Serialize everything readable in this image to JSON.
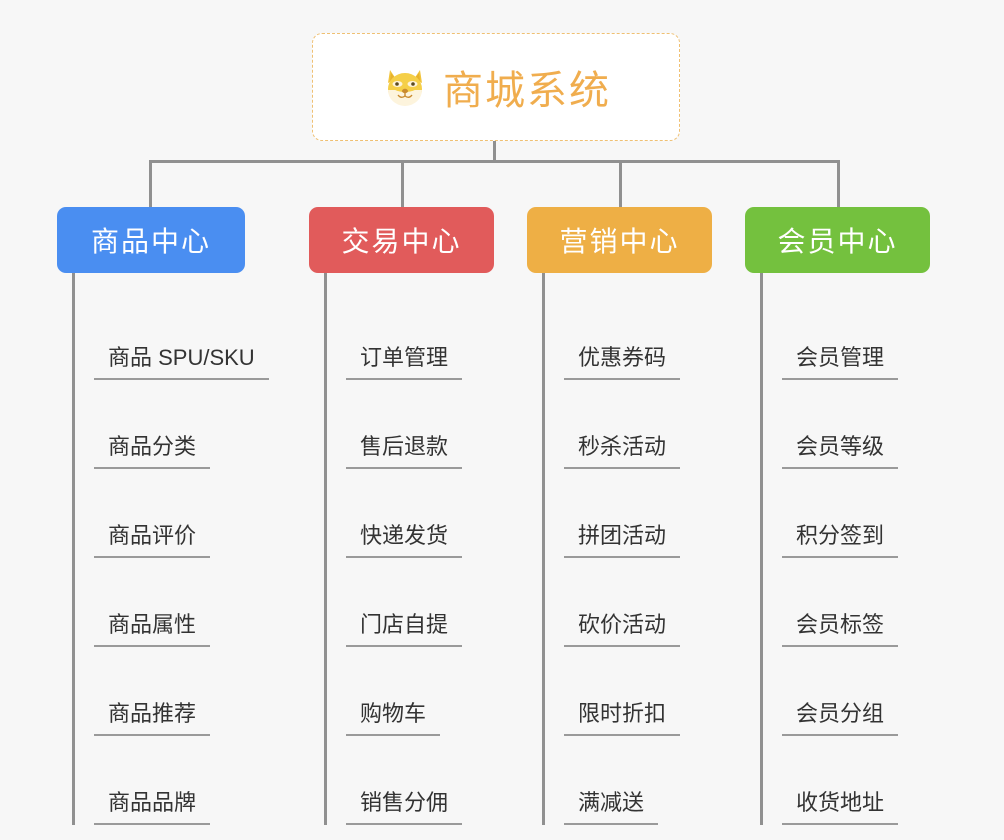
{
  "root": {
    "title": "商城系统",
    "icon": "shiba-dog-face-icon",
    "border_color": "#efc073",
    "text_color": "#f0ad4e",
    "background": "#ffffff"
  },
  "canvas": {
    "background": "#f7f7f7",
    "connector_color": "#909090"
  },
  "columns": [
    {
      "label": "商品中心",
      "color": "#4a8ef1",
      "items": [
        {
          "label": "商品 SPU/SKU"
        },
        {
          "label": "商品分类"
        },
        {
          "label": "商品评价"
        },
        {
          "label": "商品属性"
        },
        {
          "label": "商品推荐"
        },
        {
          "label": "商品品牌"
        }
      ]
    },
    {
      "label": "交易中心",
      "color": "#e15b5b",
      "items": [
        {
          "label": "订单管理"
        },
        {
          "label": "售后退款"
        },
        {
          "label": "快递发货"
        },
        {
          "label": "门店自提"
        },
        {
          "label": "购物车"
        },
        {
          "label": "销售分佣"
        }
      ]
    },
    {
      "label": "营销中心",
      "color": "#eeaf45",
      "items": [
        {
          "label": "优惠券码"
        },
        {
          "label": "秒杀活动"
        },
        {
          "label": "拼团活动"
        },
        {
          "label": "砍价活动"
        },
        {
          "label": "限时折扣"
        },
        {
          "label": "满减送"
        }
      ]
    },
    {
      "label": "会员中心",
      "color": "#74c13e",
      "items": [
        {
          "label": "会员管理"
        },
        {
          "label": "会员等级"
        },
        {
          "label": "积分签到"
        },
        {
          "label": "会员标签"
        },
        {
          "label": "会员分组"
        },
        {
          "label": "收货地址"
        }
      ]
    }
  ]
}
